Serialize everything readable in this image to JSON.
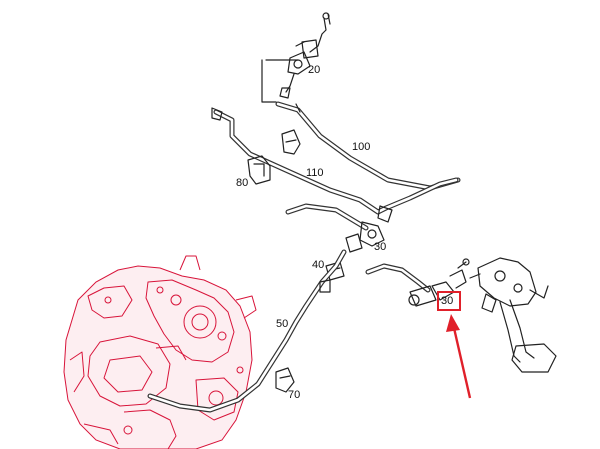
{
  "parts": {
    "p20": "20",
    "p100": "100",
    "p110": "110",
    "p80": "80",
    "p30_upper": "30",
    "p40": "40",
    "p30_lower": "30",
    "p50": "50",
    "p70": "70"
  },
  "highlight": {
    "color": "#e0202a",
    "target_label": "30"
  },
  "colors": {
    "transmission_outline": "#d8143a",
    "line_ink": "#222222"
  }
}
